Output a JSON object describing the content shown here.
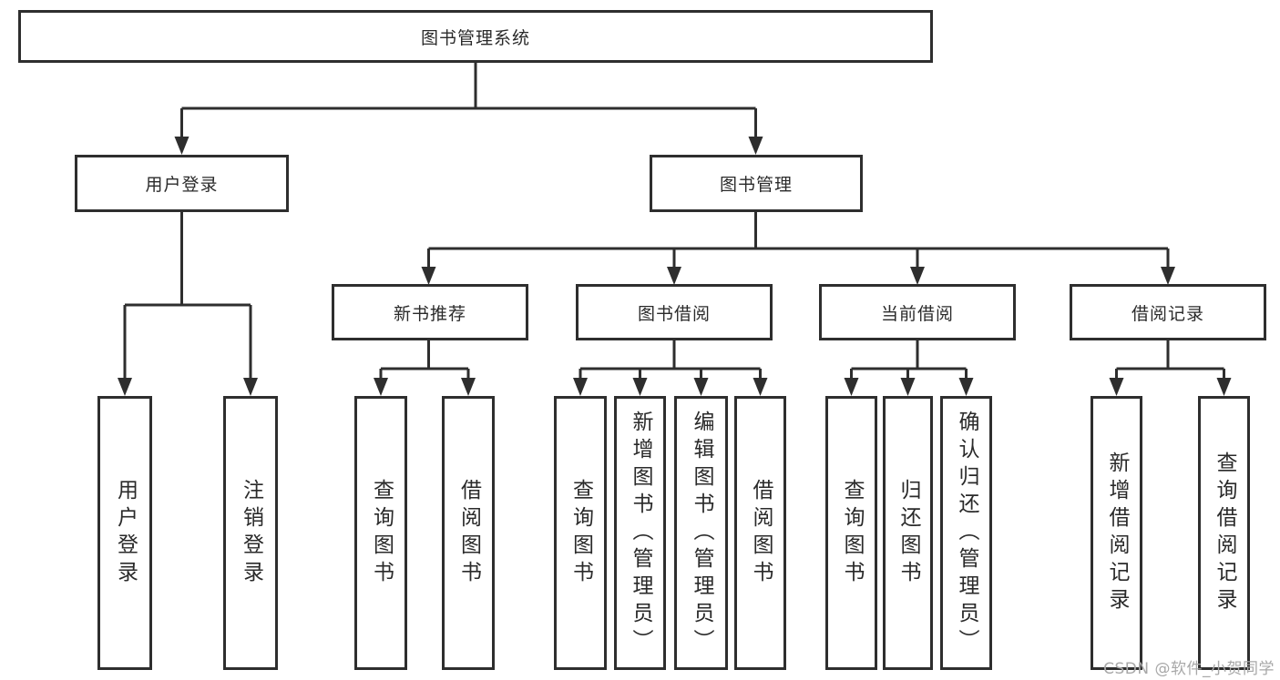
{
  "diagram": {
    "tree": {
      "root": {
        "label": "图书管理系统",
        "children": [
          {
            "label": "用户登录",
            "children": [
              {
                "label": "用户登录"
              },
              {
                "label": "注销登录"
              }
            ]
          },
          {
            "label": "图书管理",
            "children": [
              {
                "label": "新书推荐",
                "children": [
                  {
                    "label": "查询图书"
                  },
                  {
                    "label": "借阅图书"
                  }
                ]
              },
              {
                "label": "图书借阅",
                "children": [
                  {
                    "label": "查询图书"
                  },
                  {
                    "label": "新增图书（管理员）"
                  },
                  {
                    "label": "编辑图书（管理员）"
                  },
                  {
                    "label": "借阅图书"
                  }
                ]
              },
              {
                "label": "当前借阅",
                "children": [
                  {
                    "label": "查询图书"
                  },
                  {
                    "label": "归还图书"
                  },
                  {
                    "label": "确认归还（管理员）"
                  }
                ]
              },
              {
                "label": "借阅记录",
                "children": [
                  {
                    "label": "新增借阅记录"
                  },
                  {
                    "label": "查询借阅记录"
                  }
                ]
              }
            ]
          }
        ]
      }
    }
  },
  "watermark": {
    "text": "CSDN @软件_小贺同学"
  },
  "colors": {
    "line": "#2e2e2e",
    "text": "#2a2a2a",
    "watermark": "#a8a8a8",
    "background": "#ffffff"
  }
}
